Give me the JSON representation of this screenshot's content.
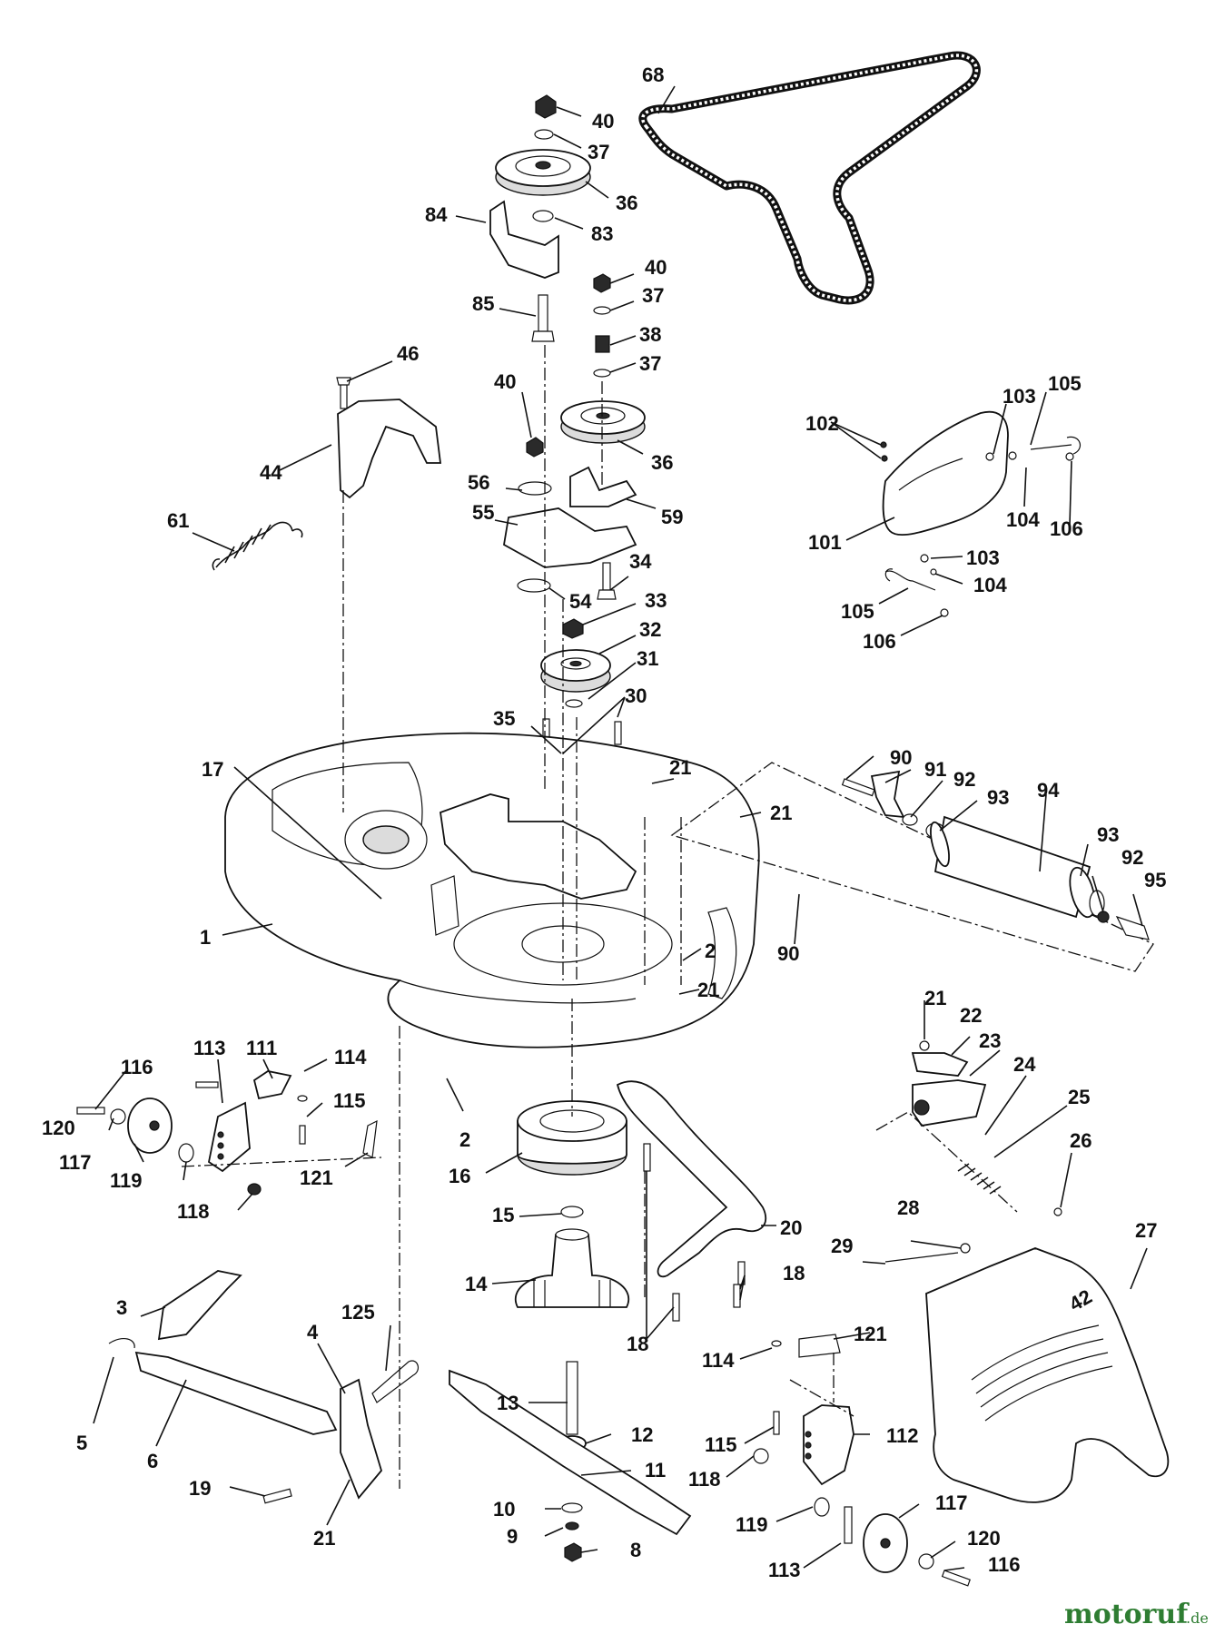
{
  "diagram": {
    "parts": [
      {
        "id": "p68",
        "label": "68"
      },
      {
        "id": "p40a",
        "label": "40"
      },
      {
        "id": "p37a",
        "label": "37"
      },
      {
        "id": "p36a",
        "label": "36"
      },
      {
        "id": "p84",
        "label": "84"
      },
      {
        "id": "p83",
        "label": "83"
      },
      {
        "id": "p40b",
        "label": "40"
      },
      {
        "id": "p37b",
        "label": "37"
      },
      {
        "id": "p85",
        "label": "85"
      },
      {
        "id": "p38",
        "label": "38"
      },
      {
        "id": "p37c",
        "label": "37"
      },
      {
        "id": "p46",
        "label": "46"
      },
      {
        "id": "p40c",
        "label": "40"
      },
      {
        "id": "p36b",
        "label": "36"
      },
      {
        "id": "p44",
        "label": "44"
      },
      {
        "id": "p56",
        "label": "56"
      },
      {
        "id": "p59",
        "label": "59"
      },
      {
        "id": "p55",
        "label": "55"
      },
      {
        "id": "p61",
        "label": "61"
      },
      {
        "id": "p34",
        "label": "34"
      },
      {
        "id": "p54",
        "label": "54"
      },
      {
        "id": "p33",
        "label": "33"
      },
      {
        "id": "p32",
        "label": "32"
      },
      {
        "id": "p31",
        "label": "31"
      },
      {
        "id": "p30",
        "label": "30"
      },
      {
        "id": "p35",
        "label": "35"
      },
      {
        "id": "p17",
        "label": "17"
      },
      {
        "id": "p21a",
        "label": "21"
      },
      {
        "id": "p21b",
        "label": "21"
      },
      {
        "id": "p1",
        "label": "1"
      },
      {
        "id": "p2a",
        "label": "2"
      },
      {
        "id": "p21c",
        "label": "21"
      },
      {
        "id": "p90a",
        "label": "90"
      },
      {
        "id": "p102",
        "label": "102"
      },
      {
        "id": "p103a",
        "label": "103"
      },
      {
        "id": "p105a",
        "label": "105"
      },
      {
        "id": "p104a",
        "label": "104"
      },
      {
        "id": "p106a",
        "label": "106"
      },
      {
        "id": "p101",
        "label": "101"
      },
      {
        "id": "p103b",
        "label": "103"
      },
      {
        "id": "p104b",
        "label": "104"
      },
      {
        "id": "p105b",
        "label": "105"
      },
      {
        "id": "p106b",
        "label": "106"
      },
      {
        "id": "p90b",
        "label": "90"
      },
      {
        "id": "p91",
        "label": "91"
      },
      {
        "id": "p92a",
        "label": "92"
      },
      {
        "id": "p93a",
        "label": "93"
      },
      {
        "id": "p94",
        "label": "94"
      },
      {
        "id": "p93b",
        "label": "93"
      },
      {
        "id": "p92b",
        "label": "92"
      },
      {
        "id": "p95",
        "label": "95"
      },
      {
        "id": "p116a",
        "label": "116"
      },
      {
        "id": "p113a",
        "label": "113"
      },
      {
        "id": "p111",
        "label": "111"
      },
      {
        "id": "p114a",
        "label": "114"
      },
      {
        "id": "p115a",
        "label": "115"
      },
      {
        "id": "p120a",
        "label": "120"
      },
      {
        "id": "p117a",
        "label": "117"
      },
      {
        "id": "p119a",
        "label": "119"
      },
      {
        "id": "p121a",
        "label": "121"
      },
      {
        "id": "p118a",
        "label": "118"
      },
      {
        "id": "p2b",
        "label": "2"
      },
      {
        "id": "p16",
        "label": "16"
      },
      {
        "id": "p15",
        "label": "15"
      },
      {
        "id": "p14",
        "label": "14"
      },
      {
        "id": "p20",
        "label": "20"
      },
      {
        "id": "p18a",
        "label": "18"
      },
      {
        "id": "p18b",
        "label": "18"
      },
      {
        "id": "p21d",
        "label": "21"
      },
      {
        "id": "p22",
        "label": "22"
      },
      {
        "id": "p23",
        "label": "23"
      },
      {
        "id": "p24",
        "label": "24"
      },
      {
        "id": "p25",
        "label": "25"
      },
      {
        "id": "p26",
        "label": "26"
      },
      {
        "id": "p27",
        "label": "27"
      },
      {
        "id": "p28",
        "label": "28"
      },
      {
        "id": "p29",
        "label": "29"
      },
      {
        "id": "p3",
        "label": "3"
      },
      {
        "id": "p4",
        "label": "4"
      },
      {
        "id": "p125",
        "label": "125"
      },
      {
        "id": "p5",
        "label": "5"
      },
      {
        "id": "p6",
        "label": "6"
      },
      {
        "id": "p19",
        "label": "19"
      },
      {
        "id": "p21e",
        "label": "21"
      },
      {
        "id": "p13",
        "label": "13"
      },
      {
        "id": "p12",
        "label": "12"
      },
      {
        "id": "p11",
        "label": "11"
      },
      {
        "id": "p10",
        "label": "10"
      },
      {
        "id": "p9",
        "label": "9"
      },
      {
        "id": "p8",
        "label": "8"
      },
      {
        "id": "p114b",
        "label": "114"
      },
      {
        "id": "p121b",
        "label": "121"
      },
      {
        "id": "p115b",
        "label": "115"
      },
      {
        "id": "p112",
        "label": "112"
      },
      {
        "id": "p118b",
        "label": "118"
      },
      {
        "id": "p119b",
        "label": "119"
      },
      {
        "id": "p117b",
        "label": "117"
      },
      {
        "id": "p113b",
        "label": "113"
      },
      {
        "id": "p120b",
        "label": "120"
      },
      {
        "id": "p116b",
        "label": "116"
      }
    ],
    "chute_badge": "42"
  },
  "watermark": {
    "brand": "motoruf",
    "tld": ".de",
    "color": "#2e7d32"
  }
}
